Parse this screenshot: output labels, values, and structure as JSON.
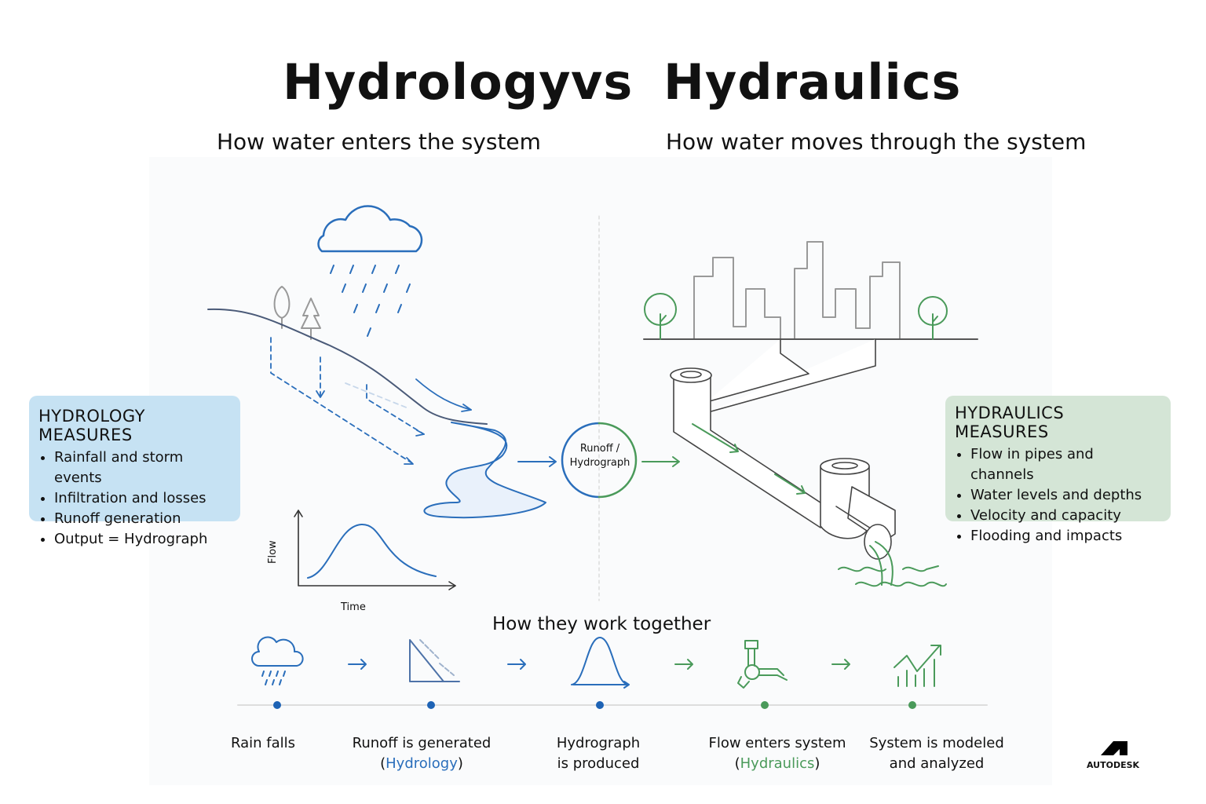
{
  "title": {
    "left": "Hydrology",
    "vs": "vs",
    "right": "Hydraulics"
  },
  "subtitles": {
    "left": "How water enters the system",
    "right": "How water moves through the system"
  },
  "hydrology_box": {
    "heading": "HYDROLOGY MEASURES",
    "items": [
      "Rainfall and storm events",
      "Infiltration and losses",
      "Runoff generation",
      "Output = Hydrograph"
    ]
  },
  "hydraulics_box": {
    "heading": "HYDRAULICS MEASURES",
    "items": [
      "Flow in pipes and channels",
      "Water levels and depths",
      "Velocity and capacity",
      "Flooding and impacts"
    ]
  },
  "center_node": {
    "line1": "Runoff /",
    "line2": "Hydrograph"
  },
  "mini_chart": {
    "ylabel": "Flow",
    "xlabel": "Time"
  },
  "workflow": {
    "heading": "How they work together",
    "steps": [
      {
        "line1": "Rain falls",
        "line2": ""
      },
      {
        "line1": "Runoff is generated",
        "pre": "(",
        "highlight": "Hydrology",
        "post": ")"
      },
      {
        "line1": "Hydrograph",
        "line2": "is produced"
      },
      {
        "line1": "Flow enters system",
        "pre": "(",
        "highlight": "Hydraulics",
        "post": ")"
      },
      {
        "line1": "System is modeled",
        "line2": "and analyzed"
      }
    ]
  },
  "brand": {
    "name": "AUTODESK"
  },
  "colors": {
    "blue": "#2a6ebb",
    "green": "#4a9a5a",
    "hydrology_bg": "#c6e2f3",
    "hydraulics_bg": "#d4e5d6",
    "line": "#999999"
  }
}
